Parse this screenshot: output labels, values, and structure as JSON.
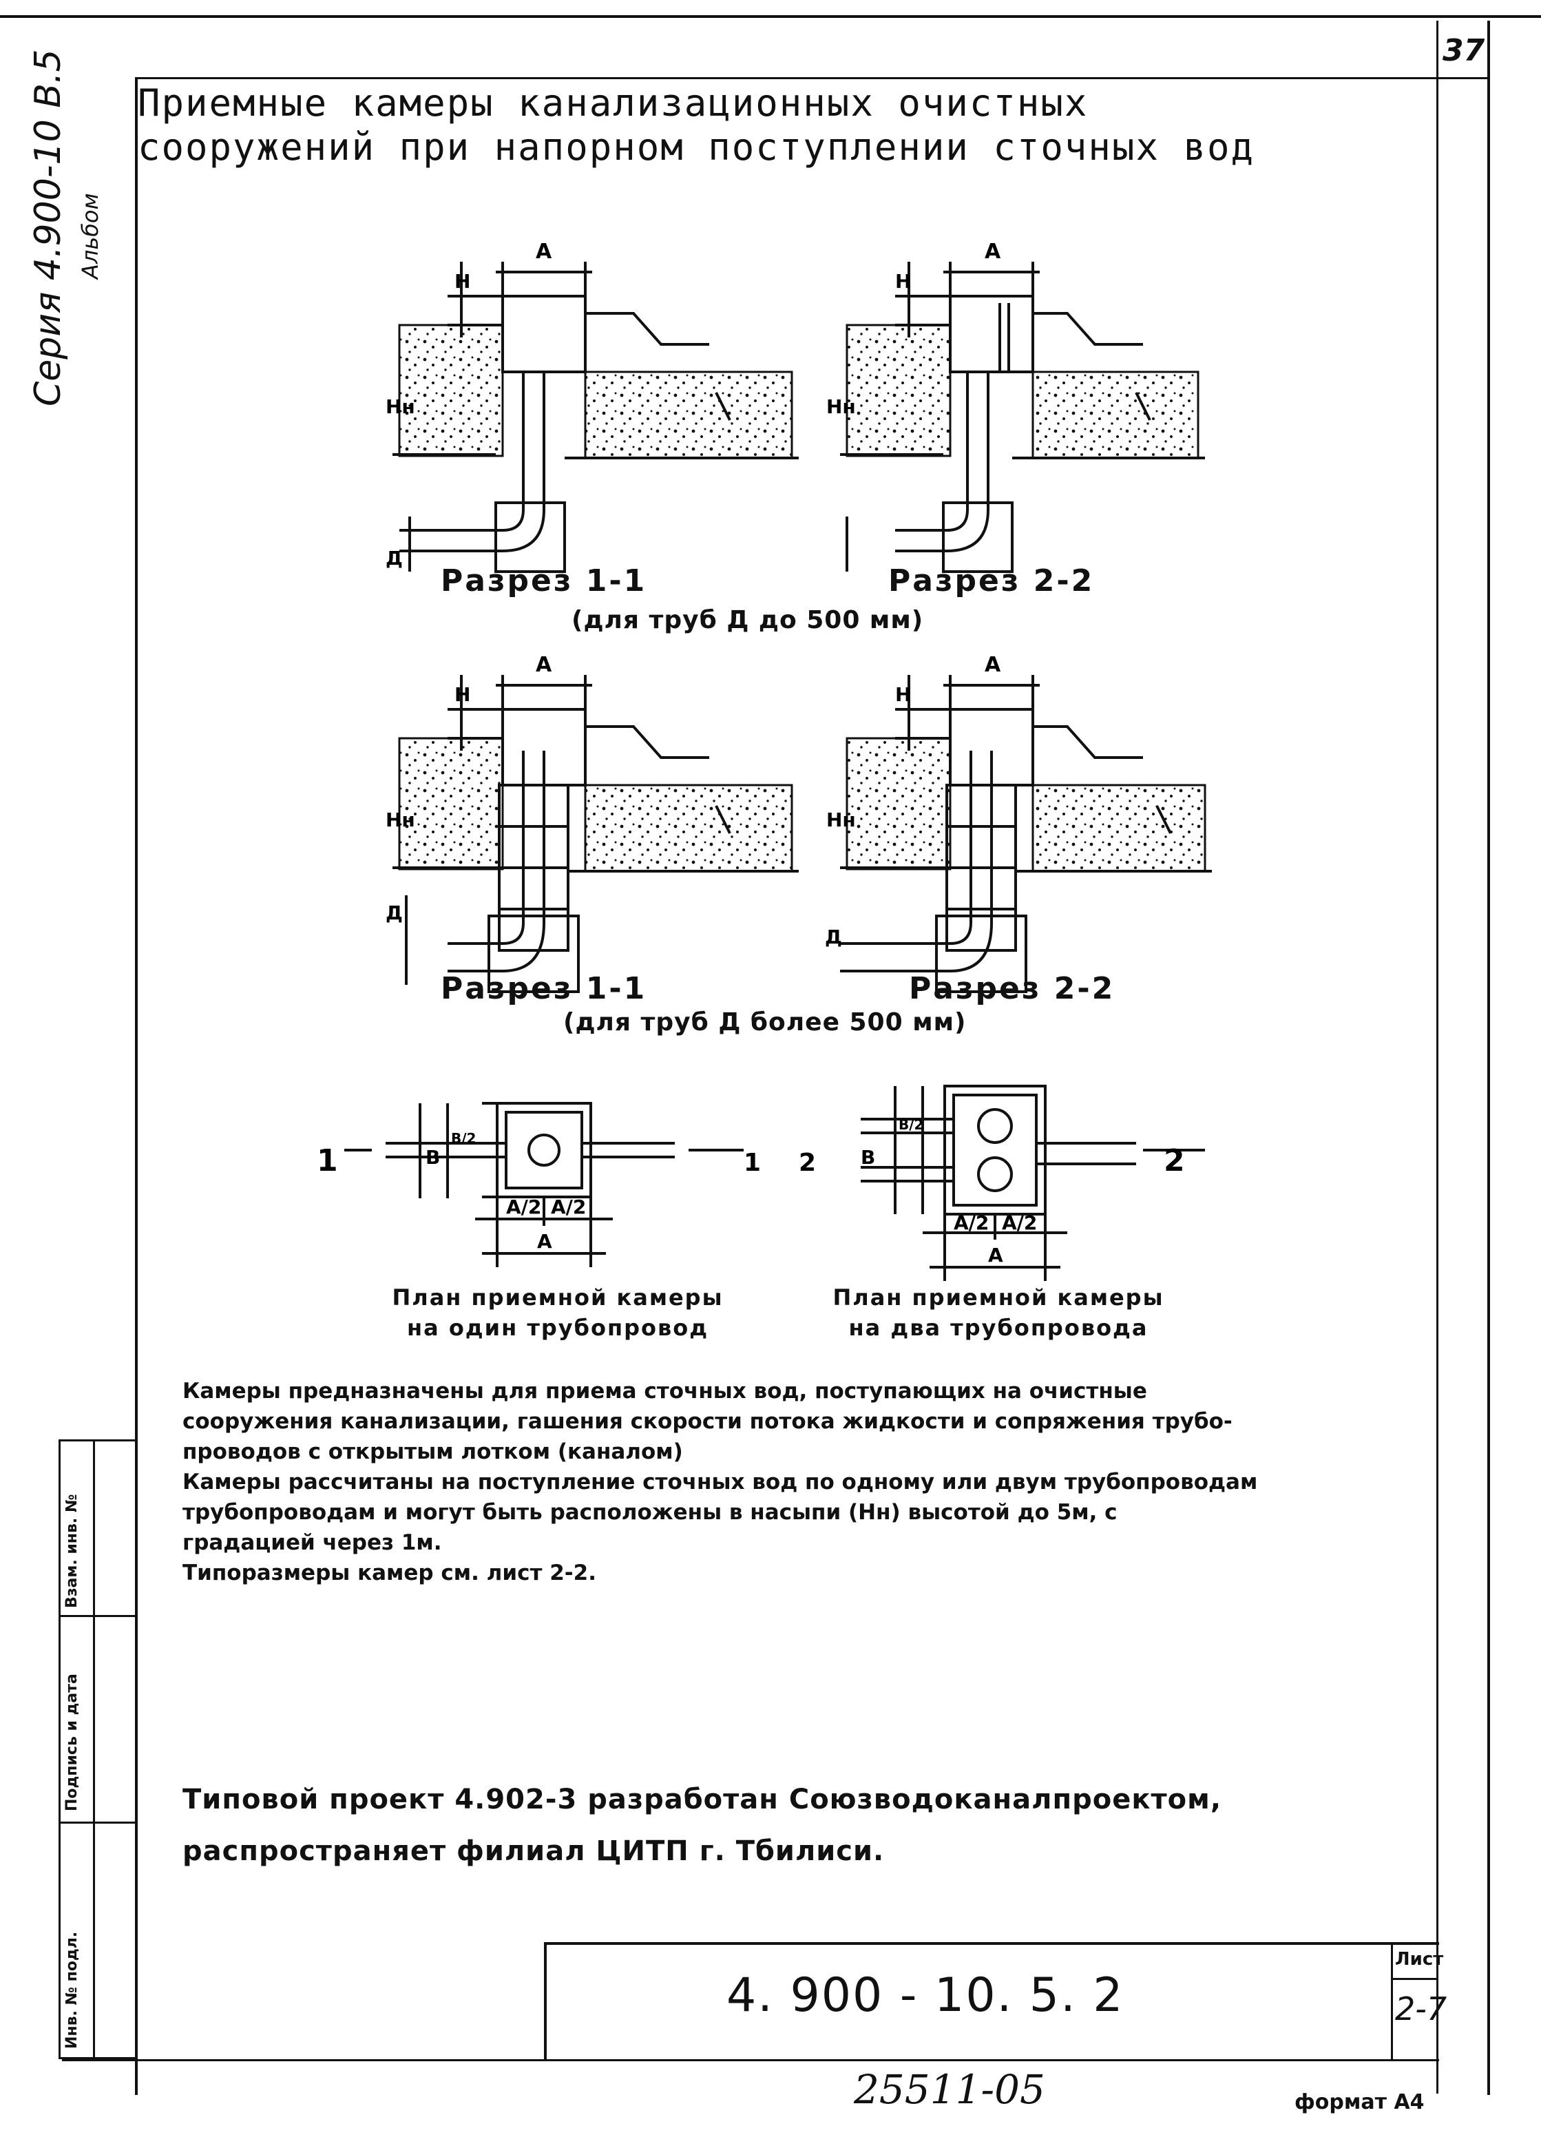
{
  "page_number": "37",
  "side_series": "Серия 4.900-10 В.5",
  "side_album": "Альбом",
  "title": {
    "line1": "Приемные камеры канализационных очистных",
    "line2": "сооружений при напорном поступлении сточных вод"
  },
  "sections": {
    "s1_small": "Разрез 1-1",
    "s2_small": "Разрез 2-2",
    "small_note": "(для труб Д до 500 мм)",
    "s1_large": "Разрез 1-1",
    "s2_large": "Разрез 2-2",
    "large_note": "(для труб Д более 500 мм)"
  },
  "dims": {
    "A": "А",
    "H": "Н",
    "Hn": "Нн",
    "D": "Д",
    "B": "В",
    "A2": "А/2",
    "B2": "В/2",
    "mark1": "1",
    "mark2": "2"
  },
  "plans": {
    "one_line1": "План приемной камеры",
    "one_line2": "на один трубопровод",
    "two_line1": "План приемной камеры",
    "two_line2": "на два трубопровода"
  },
  "description": [
    "Камеры предназначены для приема сточных вод, поступающих на очистные",
    "сооружения канализации, гашения скорости потока жидкости и сопряжения трубо-",
    "проводов с открытым лотком (каналом)",
    "Камеры рассчитаны на поступление сточных вод по одному или двум трубопроводам",
    "трубопроводам и могут быть расположены в насыпи (Нн) высотой до 5м, с",
    "градацией через 1м.",
    "Типоразмеры камер см. лист 2-2."
  ],
  "project_note": {
    "line1": "Типовой проект 4.902-3 разработан Союзводоканалпроектом,",
    "line2": "распространяет филиал ЦИТП г. Тбилиси."
  },
  "stamp": {
    "inv_podl": "Инв. № подл.",
    "podpis": "Подпись и дата",
    "vzam": "Взам. инв. №"
  },
  "title_block": {
    "designation": "4. 900 - 10. 5. 2",
    "sheet_label": "Лист",
    "sheet_value": "2-7"
  },
  "bottom": {
    "handwritten_number": "25511-05",
    "format": "формат А4"
  }
}
